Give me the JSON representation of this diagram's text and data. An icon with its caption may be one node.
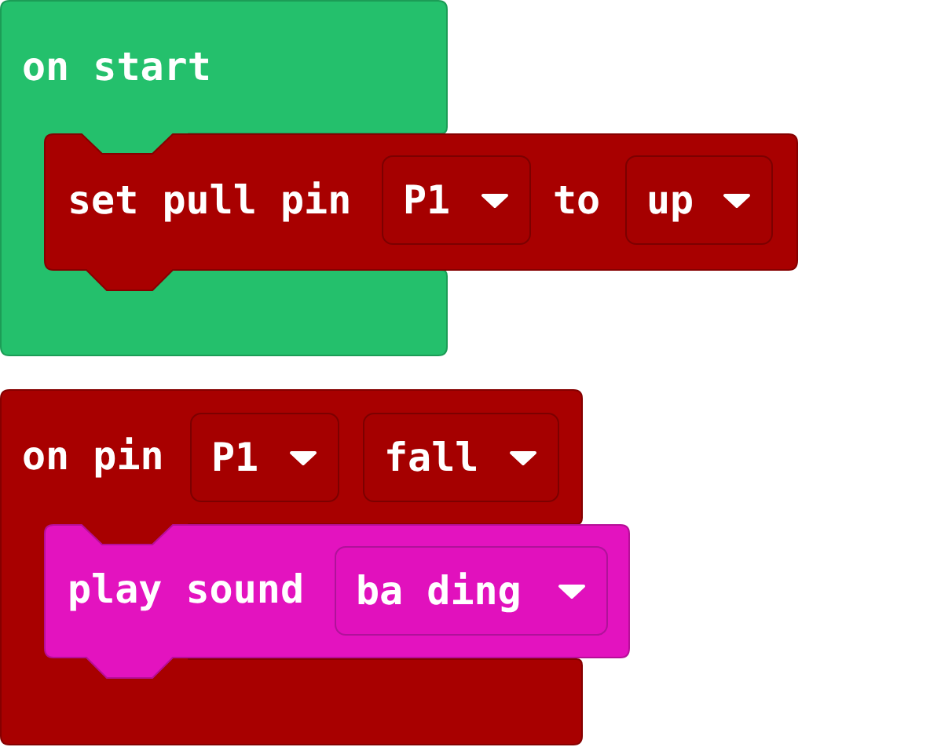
{
  "diagram": {
    "nodes": [
      {
        "text": [
          "on start"
        ]
      },
      {
        "text": [
          "set pull pin",
          "to"
        ]
      },
      {
        "text": [
          "P1"
        ],
        "in": 1
      },
      {
        "text": [
          "up"
        ],
        "in": 1
      },
      {
        "text": [
          "on pin"
        ]
      },
      {
        "text": [
          "P1"
        ],
        "in": 4
      },
      {
        "text": [
          "fall"
        ],
        "in": 4
      },
      {
        "text": [
          "play sound"
        ]
      },
      {
        "text": [
          "ba ding"
        ],
        "in": 7
      }
    ]
  }
}
